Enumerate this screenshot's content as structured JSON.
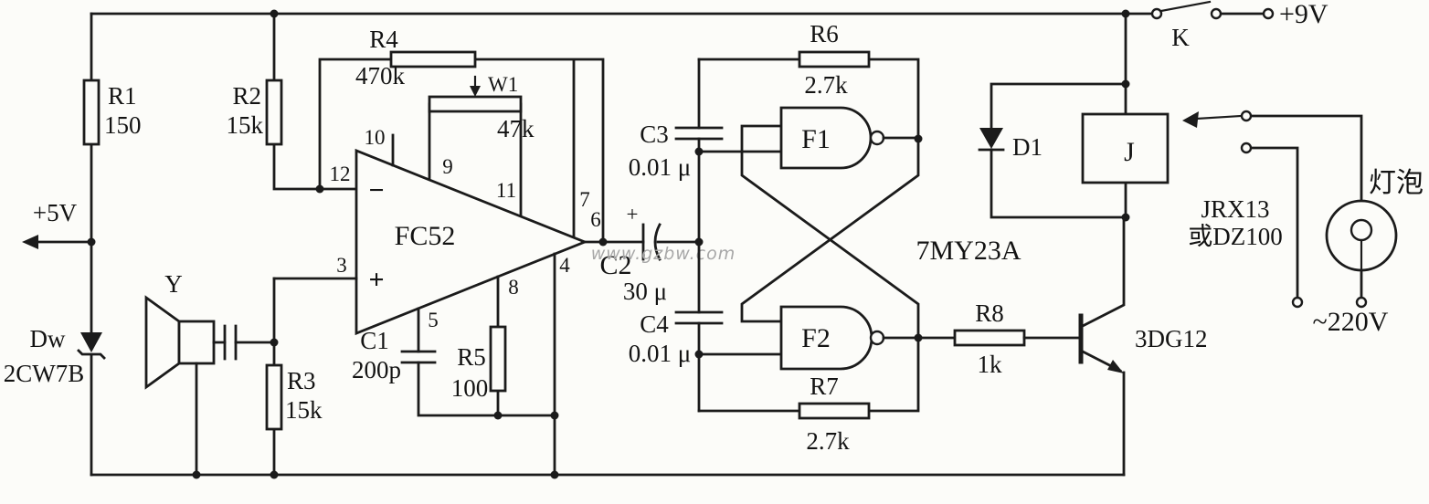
{
  "watermark": "www.gzbw.com",
  "supply": {
    "v9": "+9V",
    "v5": "+5V",
    "mains": "~220V",
    "switch_k": "K"
  },
  "parts": {
    "r1": {
      "n": "R1",
      "v": "150"
    },
    "r2": {
      "n": "R2",
      "v": "15k"
    },
    "r3": {
      "n": "R3",
      "v": "15k"
    },
    "r4": {
      "n": "R4",
      "v": "470k"
    },
    "r5": {
      "n": "R5",
      "v": "100"
    },
    "r6": {
      "n": "R6",
      "v": "2.7k"
    },
    "r7": {
      "n": "R7",
      "v": "2.7k"
    },
    "r8": {
      "n": "R8",
      "v": "1k"
    },
    "w1": {
      "n": "W1",
      "v": "47k"
    },
    "c1": {
      "n": "C1",
      "v": "200p"
    },
    "c2": {
      "n": "C2",
      "v": "30 μ",
      "plus": "+"
    },
    "c3": {
      "n": "C3",
      "v": "0.01 μ"
    },
    "c4": {
      "n": "C4",
      "v": "0.01 μ"
    },
    "ic": {
      "n": "FC52"
    },
    "f1": {
      "n": "F1"
    },
    "f2": {
      "n": "F2"
    },
    "gate_chip": "7MY23A",
    "d1": {
      "n": "D1"
    },
    "dw": {
      "n": "Dw",
      "v": "2CW7B"
    },
    "relay": {
      "n": "J",
      "model": "JRX13",
      "model2": "或DZ100"
    },
    "q1": {
      "n": "3DG12"
    },
    "mic": {
      "n": "Y"
    },
    "lamp": {
      "n": "灯泡"
    }
  },
  "pins": {
    "p3": "3",
    "p4": "4",
    "p5": "5",
    "p6": "6",
    "p7": "7",
    "p8": "8",
    "p9": "9",
    "p10": "10",
    "p11": "11",
    "p12": "12",
    "inv": "−",
    "noninv": "+"
  }
}
